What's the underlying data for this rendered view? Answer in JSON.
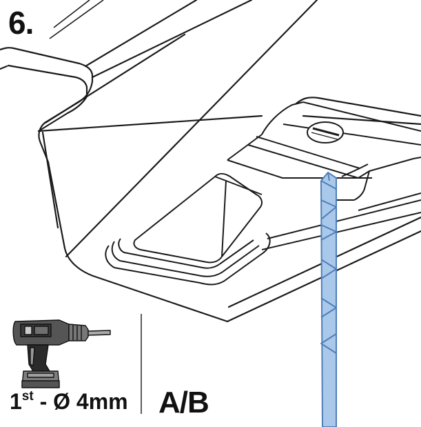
{
  "step": {
    "number": "6."
  },
  "drill": {
    "order_main": "1",
    "order_suffix": "st",
    "size_text": " - Ø 4mm"
  },
  "variant": {
    "label": "A/B"
  },
  "colors": {
    "line": "#1a1a1a",
    "drill_bit_fill": "#a9c8ea",
    "drill_bit_stroke": "#4f7fb8",
    "background": "#ffffff",
    "drill_body": "#444444",
    "drill_grip": "#2b2b2b",
    "drill_battery": "#7f7f7f"
  },
  "icons": {
    "power_drill": "power-drill-icon",
    "drill_bit": "drill-bit-icon",
    "screw_head": "screw-head-icon"
  }
}
